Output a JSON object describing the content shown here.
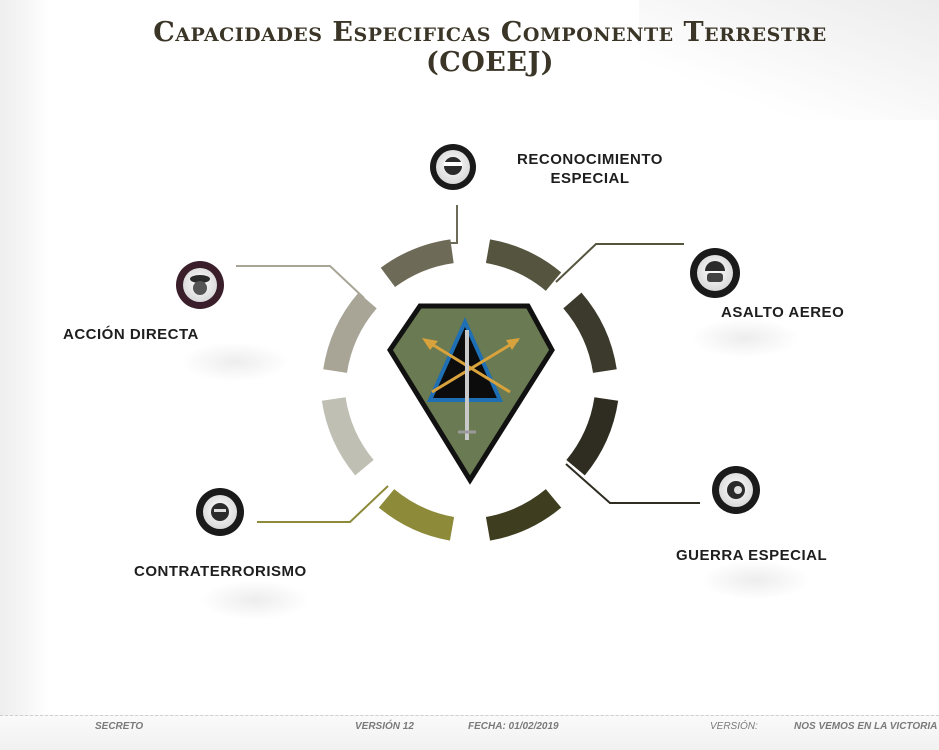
{
  "title": {
    "line1": "Capacidades Especificas Componente Terrestre",
    "line2": "(COEEJ)"
  },
  "capabilities": [
    {
      "label_line1": "RECONOCIMIENTO",
      "label_line2": "ESPECIAL",
      "icon": "recon-soldier-icon"
    },
    {
      "label_line1": "ASALTO AEREO",
      "icon": "helmet-soldier-icon"
    },
    {
      "label_line1": "GUERRA ESPECIAL",
      "icon": "special-warfare-soldier-icon"
    },
    {
      "label_line1": "CONTRATERRORISMO",
      "icon": "counterterror-soldier-icon"
    },
    {
      "label_line1": "ACCIÓN DIRECTA",
      "icon": "beret-soldier-icon"
    }
  ],
  "emblem": "crossed-arrows-dagger-shield",
  "colors": {
    "title": "#3a3527",
    "ring_segments": [
      "#6e6a58",
      "#55543f",
      "#3c3a2d",
      "#2f2d22",
      "#3f3d1f",
      "#8d8a3a",
      "#bfbfb4",
      "#a8a597",
      "#cfccbd"
    ],
    "emblem_fill": "#6a7a52",
    "emblem_triangle": "#1f6fb4",
    "emblem_arrows": "#d8a23c"
  },
  "footer": {
    "classification": "SECRETO",
    "version": "VERSIÓN 12",
    "date": "FECHA: 01/02/2019",
    "version_label": "VERSIÓN:",
    "motto": "NOS VEMOS EN LA VICTORIA"
  }
}
